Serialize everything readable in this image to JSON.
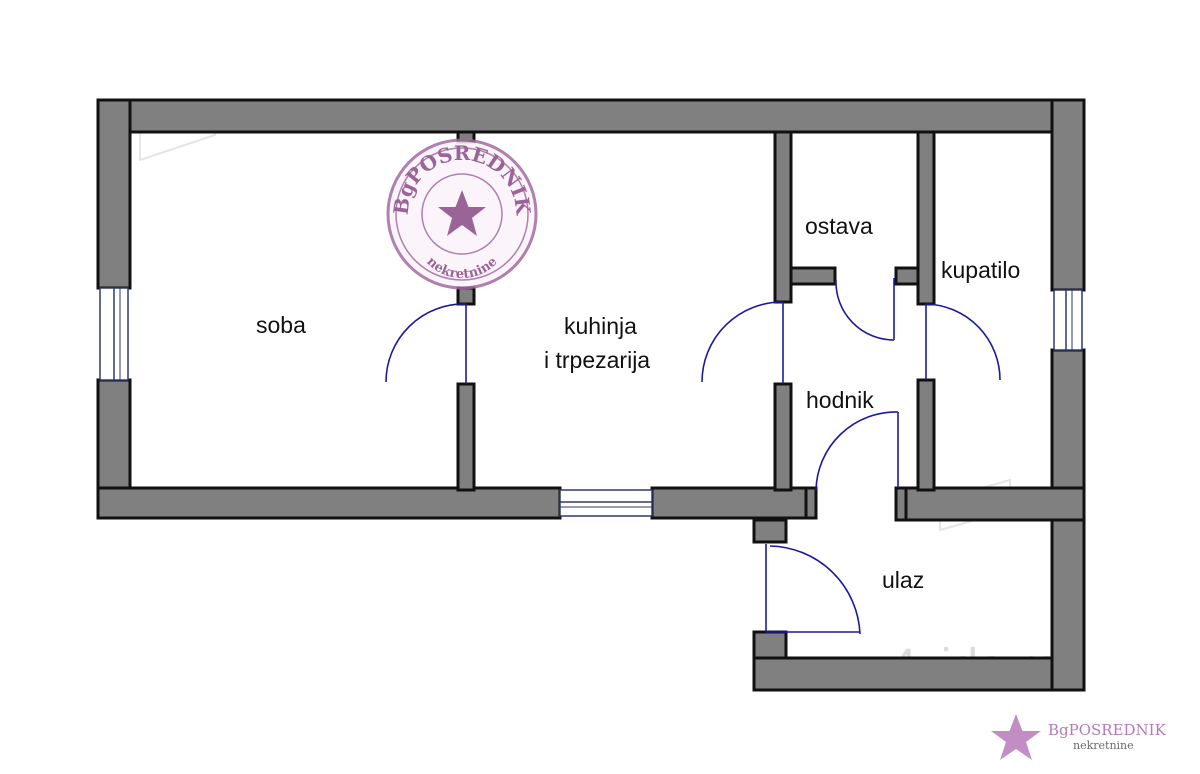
{
  "rooms": {
    "soba": "soba",
    "kuhinja_line1": "kuhinja",
    "kuhinja_line2": "i trpezarija",
    "ostava": "ostava",
    "kupatilo": "kupatilo",
    "hodnik": "hodnik",
    "ulaz": "ulaz"
  },
  "watermark": {
    "site_text": "4zida.rs"
  },
  "stamp": {
    "top_text": "BgPOSREDNIK",
    "bottom_text": "nekretnine"
  },
  "corner_logo": {
    "title": "BgPOSREDNIK",
    "subtitle": "nekretnine"
  },
  "colors": {
    "wall": "#808080",
    "door": "#1a1aa0",
    "stamp": "#8a4a86",
    "logo_star": "#c28cc4"
  },
  "icons": {
    "stamp_star": "star-icon",
    "logo_star": "star-icon"
  }
}
